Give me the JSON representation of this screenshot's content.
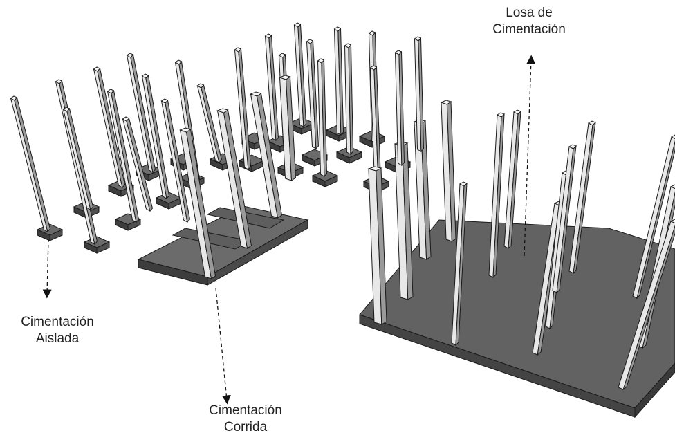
{
  "labels": {
    "aislada": {
      "line1": "Cimentación",
      "line2": "Aislada"
    },
    "corrida": {
      "line1": "Cimentación",
      "line2": "Corrida"
    },
    "losa": {
      "line1": "Losa de",
      "line2": "Cimentación"
    }
  },
  "colors": {
    "footing_top": "#6b6b6b",
    "footing_side": "#3d3d3d",
    "column_light": "#e8e8e8",
    "column_dark": "#9a9a9a",
    "slab_top": "#626262",
    "slab_side": "#444444",
    "outline": "#1a1a1a"
  }
}
